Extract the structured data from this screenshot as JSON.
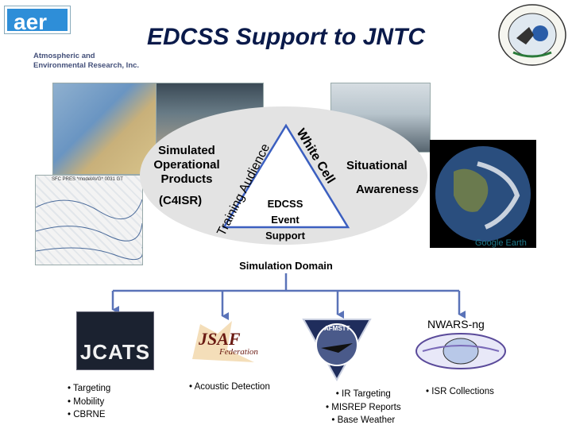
{
  "header": {
    "title": "EDCSS Support to JNTC",
    "logo_text": "aer",
    "org_line1": "Atmospheric and",
    "org_line2": "Environmental Research, Inc."
  },
  "map_caption": "SFC PRES *modelAVG* 0031 GT",
  "triangle": {
    "left_side": "Training Audience",
    "right_side": "White Cell",
    "center_title": "EDCSS",
    "center_line2": "Event",
    "center_line3": "Support"
  },
  "labels": {
    "simulated_operational_products": "Simulated Operational Products",
    "c4isr": "(C4ISR)",
    "situational": "Situational",
    "awareness": "Awareness",
    "google_earth": "Google Earth",
    "simulation_domain": "Simulation Domain",
    "nwars": "NWARS-ng"
  },
  "systems": {
    "jcats_label": "JCATS",
    "jsaf_label": "JSAF",
    "jsaf_sub": "Federation",
    "afmstt_label": "AFMSTT"
  },
  "bullets": {
    "jcats": [
      "Targeting",
      "Mobility",
      "CBRNE"
    ],
    "jsaf": [
      "Acoustic Detection"
    ],
    "afmstt": [
      "IR Targeting",
      "MISREP Reports",
      "Base Weather"
    ],
    "nwars": [
      "ISR Collections"
    ]
  },
  "colors": {
    "title": "#0a1a4a",
    "aer_blue": "#2e8ed8",
    "triangle_outline": "#3b5fc0",
    "connector": "#5a73b8",
    "ellipse": "#e3e3e3"
  }
}
